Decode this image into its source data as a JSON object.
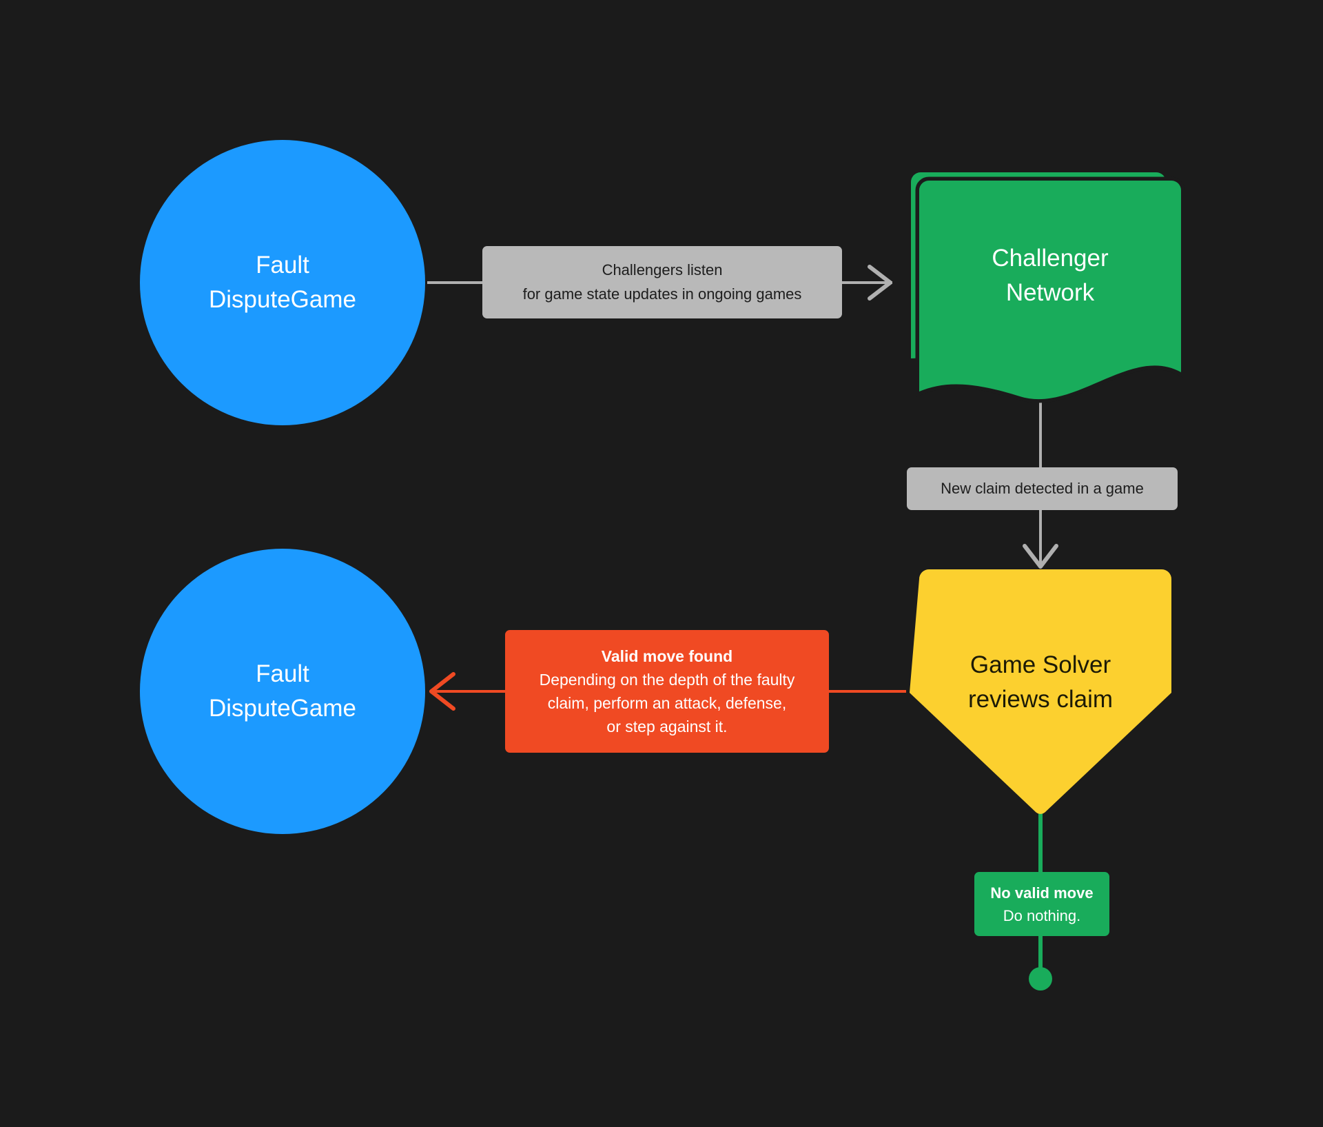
{
  "diagram": {
    "title": "Fault Dispute Game challenger flow",
    "background_color": "#1b1b1b",
    "colors": {
      "blue": "#1c9aff",
      "green": "#19ac5b",
      "yellow": "#fcd02f",
      "red": "#f04a23",
      "gray_chip": "#b9b9b9",
      "gray_edge": "#b0b0b0",
      "dark_text": "#1c1a06",
      "light_text": "#ffffff"
    }
  },
  "nodes": {
    "fault_dispute_game_top": {
      "shape": "circle",
      "lines": [
        "Fault",
        "DisputeGame"
      ],
      "line1": "Fault",
      "line2": "DisputeGame"
    },
    "challenger_network": {
      "shape": "multi-document",
      "lines": [
        "Challenger",
        "Network"
      ],
      "line1": "Challenger",
      "line2": "Network"
    },
    "game_solver": {
      "shape": "pentagon-down",
      "lines": [
        "Game Solver",
        "reviews claim"
      ],
      "line1": "Game Solver",
      "line2": "reviews claim"
    },
    "fault_dispute_game_bottom": {
      "shape": "circle",
      "lines": [
        "Fault",
        "DisputeGame"
      ],
      "line1": "Fault",
      "line2": "DisputeGame"
    },
    "terminator": {
      "shape": "dot",
      "label": ""
    }
  },
  "edges": {
    "listen": {
      "from": "fault_dispute_game_top",
      "to": "challenger_network",
      "color": "#b0b0b0",
      "label_line1": "Challengers listen",
      "label_line2": "for game state updates in ongoing games"
    },
    "new_claim": {
      "from": "challenger_network",
      "to": "game_solver",
      "color": "#b0b0b0",
      "label": "New claim detected in a game"
    },
    "valid_move": {
      "from": "game_solver",
      "to": "fault_dispute_game_bottom",
      "color": "#f04a23",
      "label_title": "Valid move found",
      "label_line1": "Depending on the depth of the faulty",
      "label_line2": "claim, perform an attack, defense,",
      "label_line3": "or step against it."
    },
    "no_valid_move": {
      "from": "game_solver",
      "to": "terminator",
      "color": "#19ac5b",
      "label_title": "No valid move",
      "label_line1": "Do nothing."
    }
  }
}
